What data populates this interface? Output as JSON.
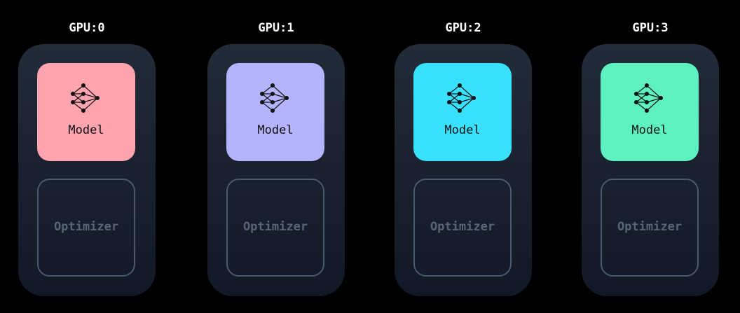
{
  "gpus": [
    {
      "label": "GPU:0",
      "model": "Model",
      "optimizer": "Optimizer",
      "color": "#fda4af"
    },
    {
      "label": "GPU:1",
      "model": "Model",
      "optimizer": "Optimizer",
      "color": "#b4b4fe"
    },
    {
      "label": "GPU:2",
      "model": "Model",
      "optimizer": "Optimizer",
      "color": "#38e1fd"
    },
    {
      "label": "GPU:3",
      "model": "Model",
      "optimizer": "Optimizer",
      "color": "#5ef2c3"
    }
  ]
}
